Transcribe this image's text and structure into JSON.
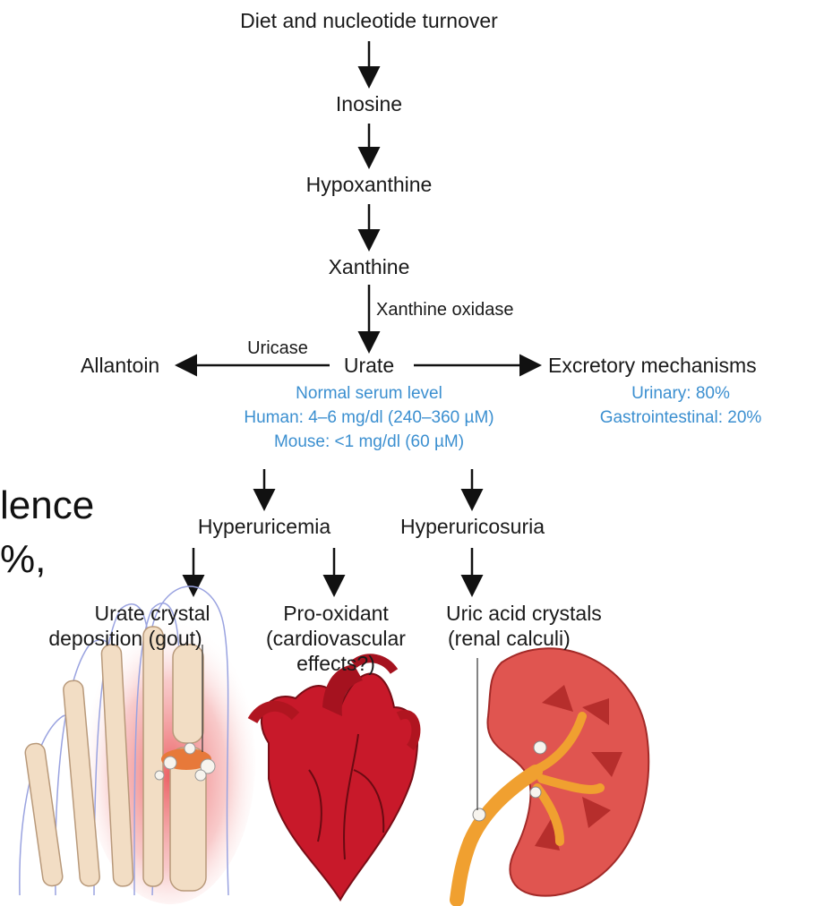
{
  "pathway": {
    "diet": "Diet and nucleotide turnover",
    "inosine": "Inosine",
    "hypoxanthine": "Hypoxanthine",
    "xanthine": "Xanthine",
    "xanthine_oxidase": "Xanthine oxidase",
    "urate": "Urate",
    "uricase": "Uricase",
    "allantoin": "Allantoin",
    "excretory": "Excretory mechanisms"
  },
  "serum": {
    "title": "Normal serum level",
    "human": "Human: 4–6 mg/dl (240–360 µM)",
    "mouse": "Mouse: <1 mg/dl (60 µM)"
  },
  "excretion": {
    "urinary": "Urinary: 80%",
    "gi": "Gastrointestinal: 20%"
  },
  "conditions": {
    "hyperuricemia": "Hyperuricemia",
    "hyperuricosuria": "Hyperuricosuria"
  },
  "effects": {
    "gout_1": "Urate crystal",
    "gout_2": "deposition (gout)",
    "cardio_1": "Pro-oxidant",
    "cardio_2": "(cardiovascular",
    "cardio_3": "effects?)",
    "renal_1": "Uric acid crystals",
    "renal_2": "(renal calculi)"
  },
  "overlay_fragments": {
    "line1": "lence",
    "line2": "%,"
  },
  "colors": {
    "annotation_blue": "#3b8fd0",
    "heart_red": "#c8192a",
    "kidney_red": "#e05550",
    "ureter_orange": "#f0a030",
    "bone": "#f2ddc4"
  }
}
